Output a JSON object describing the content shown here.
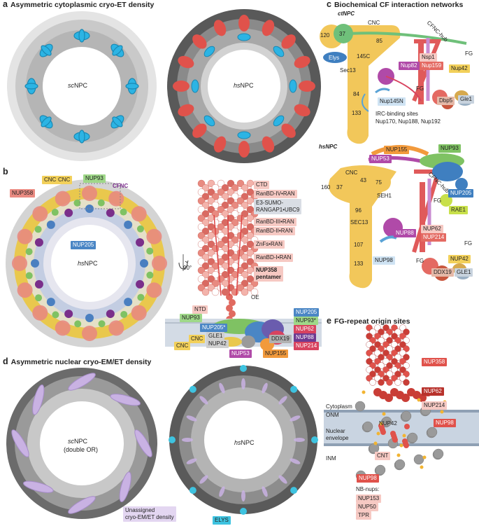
{
  "colors": {
    "cnc_yellow": "#f2d05a",
    "nup358_red": "#e06a60",
    "nup93_green": "#8fd07a",
    "nup205_blue": "#4a86c5",
    "nup62_pink": "#d8435f",
    "nup155_orange": "#f29a3c",
    "nup53_purple": "#b04aa8",
    "cryo_density_purple": "#c9b2e3",
    "nucleus_cyan": "#3ec3e0",
    "gray_density": "#b9b9b9",
    "membrane": "#c7d1dc"
  },
  "panel_a": {
    "letter": "a",
    "title": "Asymmetric cytoplasmic cryo-ET density",
    "left_label_prefix": "sc",
    "left_label_suffix": "NPC",
    "right_label_prefix": "hs",
    "right_label_suffix": "NPC"
  },
  "panel_b": {
    "letter": "b",
    "left": {
      "cnc1": "CNC",
      "cnc2": "CNC",
      "nup93": "NUP93",
      "cfnc": "CFNC",
      "nup358": "NUP358",
      "nup205": "NUP205",
      "center_prefix": "hs",
      "center_suffix": "NPC"
    },
    "rotation": "90°",
    "right": {
      "ctd": "CTD",
      "ranbd4": "RanBD-IV•RAN",
      "e3": "E3-SUMO-\nRANGAP1•UBC9",
      "ranbd3": "RanBD-III•RAN",
      "ranbd2": "RanBD-II•RAN",
      "znfs": "ZnFs•RAN",
      "ranbd1": "RanBD-I•RAN",
      "pentamer": "NUP358\npentamer",
      "oe": "OE",
      "ntd": "NTD",
      "nup93": "NUP93",
      "nup205": "NUP205",
      "nup93s": "NUP93*",
      "nup205s": "NUP205*",
      "glei": "GLE1",
      "nup42": "NUP42",
      "nup62": "NUP62",
      "nup88": "NUP88",
      "ddx19": "DDX19",
      "nup214": "NUP214",
      "cnc_a": "CNC",
      "cnc_b": "CNC",
      "nup53": "NUP53",
      "nup155": "NUP155"
    }
  },
  "panel_c": {
    "letter": "c",
    "title": "Biochemical CF interaction networks",
    "ct": {
      "label": "ctNPC",
      "cnc": "CNC",
      "n120": "120",
      "n37": "37",
      "elys": "Elys",
      "n85": "85",
      "n145c": "145C",
      "sec13": "Sec13",
      "n84": "84",
      "n133": "133",
      "cfnc_hub": "CFNC-hub",
      "nsp1": "Nsp1",
      "nup82": "Nup82",
      "nup159": "Nup159",
      "nup42": "Nup42",
      "fg1": "FG",
      "fg2": "FG",
      "dbp5": "Dbp5",
      "gle1": "Gle1",
      "nup145n": "Nup145N",
      "irc_title": "IRC-binding sites",
      "irc_list": "Nup170, Nup188, Nup192"
    },
    "hs": {
      "label": "hsNPC",
      "nup155": "NUP155",
      "nup93": "NUP93",
      "nup53": "NUP53",
      "cnc": "CNC",
      "n160": "160",
      "n37": "37",
      "n43": "43",
      "n75": "75",
      "seh1": "SEH1",
      "n96": "96",
      "sec13": "SEC13",
      "n107": "107",
      "n133": "133",
      "cfnc_hub": "CFNC-hub",
      "nup205": "NUP205",
      "fg1": "FG",
      "rae1": "RAE1",
      "nup88": "NUP88",
      "nup62": "NUP62",
      "nup214": "NUP214",
      "nup98": "NUP98",
      "fg2": "FG",
      "ddx19": "DDX19",
      "fg3": "FG",
      "nup42": "NUP42",
      "gle1": "GLE1"
    }
  },
  "panel_d": {
    "letter": "d",
    "title": "Asymmetric nuclear cryo-EM/ET density",
    "left_label_prefix": "sc",
    "left_label_suffix": "NPC",
    "left_sub": "(double OR)",
    "unassigned": "Unassigned\ncryo-EM/ET density",
    "right_label_prefix": "hs",
    "right_label_suffix": "NPC",
    "elys": "ELYS"
  },
  "panel_e": {
    "letter": "e",
    "title": "FG-repeat origin sites",
    "nup358": "NUP358",
    "nup62": "NUP62",
    "nup214": "NUP214",
    "cytoplasm": "Cytoplasm",
    "onm": "ONM",
    "nup42": "NUP42",
    "nup98a": "NUP98",
    "nuclear_envelope": "Nuclear\nenvelope",
    "cnt": "CNT",
    "inm": "INM",
    "nup98b": "NUP98",
    "nb_nups": "NB-nups:",
    "nup153": "NUP153",
    "nup50": "NUP50",
    "tpr": "TPR"
  }
}
